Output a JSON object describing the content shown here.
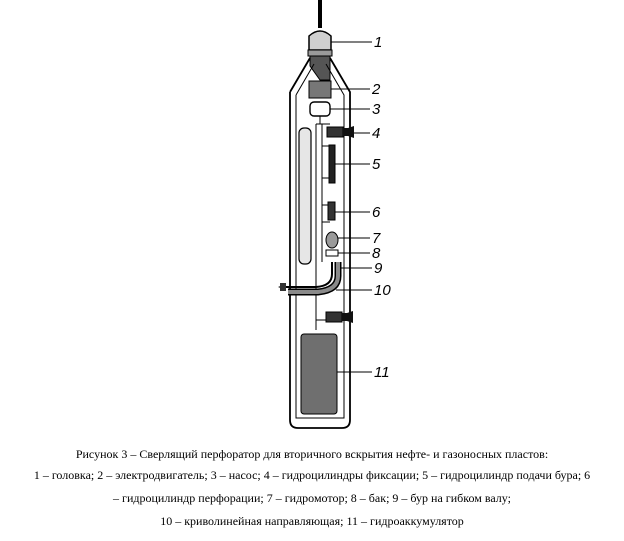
{
  "labels": {
    "l1": "1",
    "l2": "2",
    "l3": "3",
    "l4": "4",
    "l5": "5",
    "l6": "6",
    "l7": "7",
    "l8": "8",
    "l9": "9",
    "l10": "10",
    "l11": "11"
  },
  "caption": {
    "title": "Рисунок 3 – Сверлящий перфоратор для вторичного вскрытия нефте- и газоносных пластов:",
    "line1": "1 – головка; 2 – электродвигатель; 3 – насос; 4 – гидроцилиндры фиксации; 5 – гидроцилиндр подачи бура; 6",
    "line2": "– гидроцилиндр перфорации; 7 – гидромотор; 8 – бак; 9 – бур на гибком валу;",
    "line3": "10 – криволинейная направляющая; 11 – гидроаккумулятор"
  },
  "colors": {
    "ink": "#000000",
    "dark_fill": "#333333",
    "mid_fill": "#808080",
    "light_fill": "#d9d9d9",
    "accumulator_fill": "#6f6f6f"
  }
}
